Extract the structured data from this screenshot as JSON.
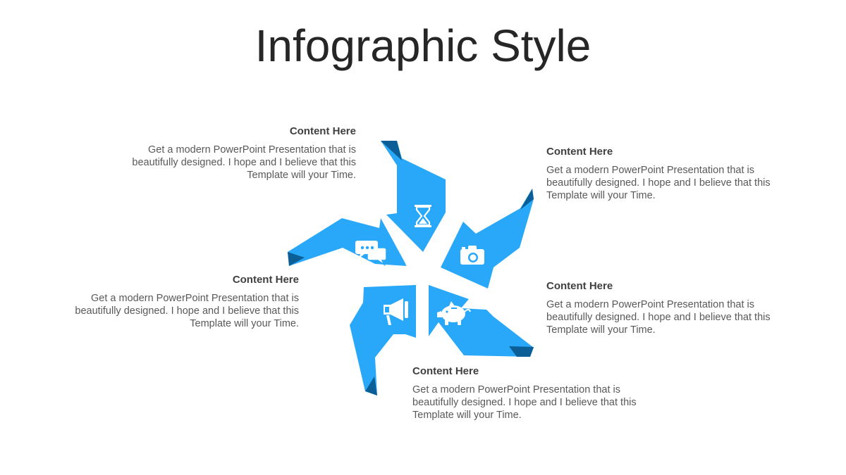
{
  "title": "Infographic Style",
  "accent_color": "#29a8f9",
  "fold_color": "#0c5f96",
  "segments": [
    {
      "icon": "hourglass-icon",
      "heading": "Content  Here",
      "text": "Get a modern PowerPoint  Presentation that is beautifully designed. I hope and I  believe that this Template will your Time."
    },
    {
      "icon": "camera-icon",
      "heading": "Content  Here",
      "text": "Get a modern PowerPoint  Presentation that is beautifully designed. I hope and I  believe that this Template will your Time."
    },
    {
      "icon": "chat-bubbles-icon",
      "heading": "Content  Here",
      "text": "Get a modern PowerPoint  Presentation that is beautifully designed. I hope and I  believe that this Template will your Time."
    },
    {
      "icon": "piggy-bank-icon",
      "heading": "Content  Here",
      "text": "Get a modern PowerPoint  Presentation that is beautifully designed. I hope and I  believe that this Template will your Time."
    },
    {
      "icon": "megaphone-icon",
      "heading": "Content  Here",
      "text": "Get a modern PowerPoint  Presentation that is beautifully designed. I hope and I  believe that this Template will your Time."
    }
  ]
}
